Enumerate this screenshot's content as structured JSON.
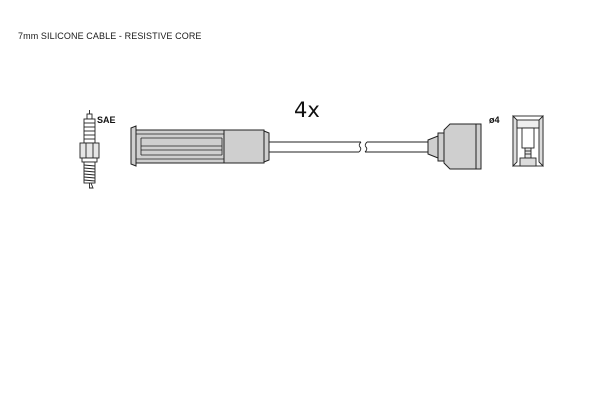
{
  "header": {
    "title": "7mm SILICONE CABLE - RESISTIVE CORE"
  },
  "quantity_label": "4x",
  "spark_plug": {
    "standard_label": "SAE",
    "icon": "spark-plug-icon"
  },
  "coil_end": {
    "terminal_label": "ø4",
    "icon": "coil-terminal-icon"
  },
  "colors": {
    "boot_fill": "#cfcfcf",
    "stroke": "#222222",
    "background": "#ffffff"
  }
}
